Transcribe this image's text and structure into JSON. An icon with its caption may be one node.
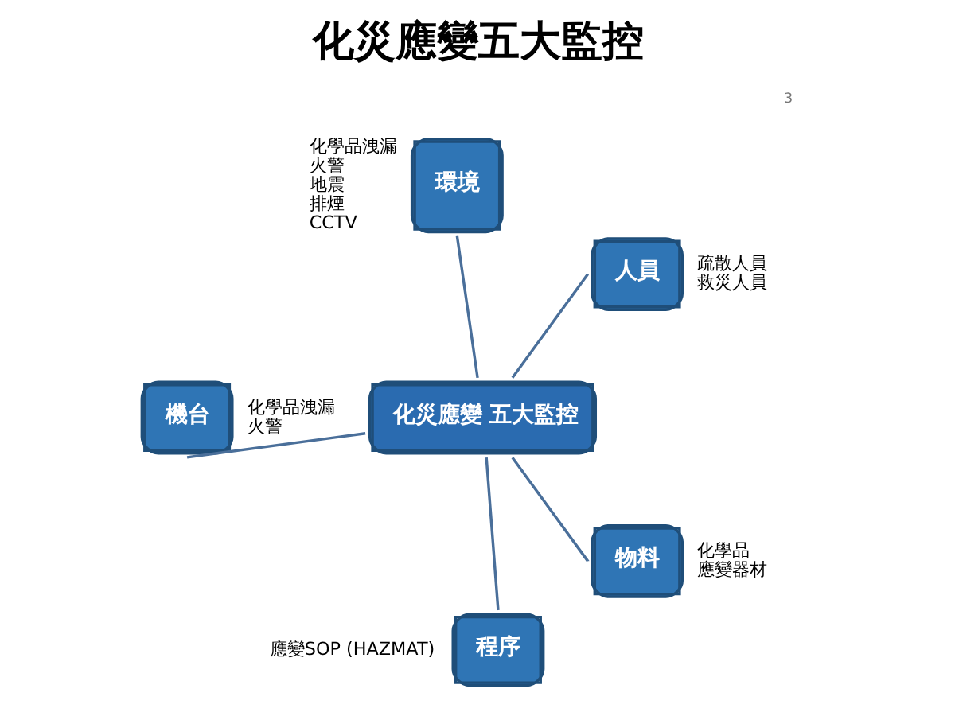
{
  "diagram": {
    "title": "化災應變五大監控",
    "nodes": [
      {
        "text": [
          "人員"
        ],
        "beside": [
          "疏散人員",
          "救災人員"
        ]
      },
      {
        "text": [
          "環境"
        ],
        "beside": [
          "化學品洩漏",
          "火警",
          "地震",
          "排煙",
          "CCTV"
        ]
      },
      {
        "text": [
          "機台"
        ],
        "beside": [
          "化學品洩漏",
          "火警"
        ]
      },
      {
        "text": [
          "化災應變 五大監控"
        ]
      },
      {
        "text": [
          "程序"
        ],
        "beside": [
          "應變SOP (HAZMAT)"
        ]
      },
      {
        "text": [
          "物料"
        ],
        "beside": [
          "化學品",
          "應變器材"
        ]
      }
    ],
    "edges": [
      {
        "from": 3,
        "to": 0,
        "arrow": "none"
      },
      {
        "from": 3,
        "to": 1,
        "arrow": "none"
      },
      {
        "from": 3,
        "to": 2,
        "arrow": "none"
      },
      {
        "from": 3,
        "to": 4,
        "arrow": "none"
      },
      {
        "from": 3,
        "to": 5,
        "arrow": "none"
      }
    ],
    "labels": [
      "3"
    ]
  }
}
